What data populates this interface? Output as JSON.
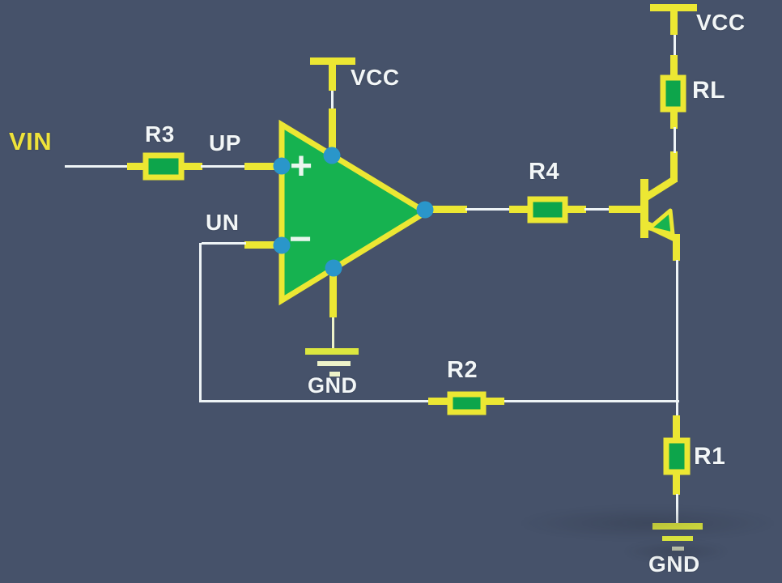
{
  "title": "Op-amp comparator with transistor output stage schematic",
  "labels": {
    "vin": "VIN",
    "r3": "R3",
    "up": "UP",
    "un": "UN",
    "vcc_opamp": "VCC",
    "gnd_opamp": "GND",
    "r4": "R4",
    "vcc_supply": "VCC",
    "rl": "RL",
    "r2": "R2",
    "r1": "R1",
    "gnd_supply": "GND",
    "opamp_plus": "+",
    "opamp_minus": "−"
  },
  "colors": {
    "background": "#46526a",
    "wire": "#eef4f6",
    "lead_yellow": "#ece733",
    "component_green": "#0da54b",
    "opamp_green": "#16b250",
    "node_blue": "#2a96ca",
    "label_white": "#f2f6f7",
    "label_yellow": "#eee23a",
    "gnd_bar_yellow": "#dce73f",
    "gnd_bar_pale": "#edf2c9"
  }
}
